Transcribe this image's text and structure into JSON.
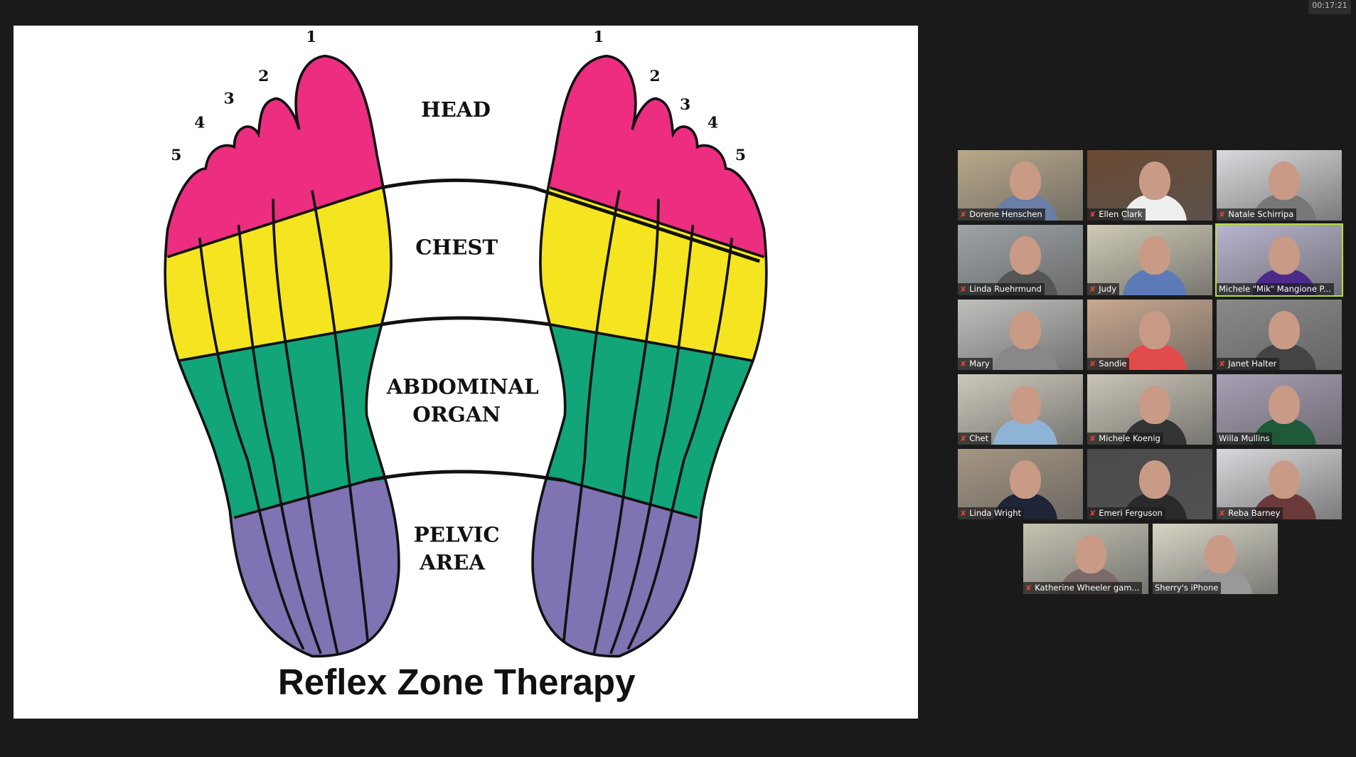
{
  "timer": "00:17:21",
  "slide": {
    "title": "Reflex Zone Therapy",
    "zones": {
      "head": "HEAD",
      "chest": "CHEST",
      "abdominal_1": "ABDOMINAL",
      "abdominal_2": "ORGAN",
      "pelvic_1": "PELVIC",
      "pelvic_2": "AREA"
    },
    "toe_numbers": [
      "1",
      "2",
      "3",
      "4",
      "5"
    ],
    "colors": {
      "head": "#ec2d80",
      "chest": "#f5e520",
      "abdomen": "#12a57a",
      "pelvic": "#7f73b3"
    }
  },
  "participants": [
    {
      "name": "Dorene Henschen",
      "muted": true,
      "bg": "#b9a98a",
      "shirt": "#6a7ea8"
    },
    {
      "name": "Ellen Clark",
      "muted": true,
      "bg": "#6b4a33",
      "shirt": "#eeeeee"
    },
    {
      "name": "Natale Schirripa",
      "muted": true,
      "bg": "#d9dadd",
      "shirt": "#777777"
    },
    {
      "name": "Linda Ruehrmund",
      "muted": true,
      "bg": "#9ea3a6",
      "shirt": "#555555"
    },
    {
      "name": "Judy",
      "muted": true,
      "bg": "#cfcab5",
      "shirt": "#5c7ab8"
    },
    {
      "name": "Michele \"Mik\" Mangione P...",
      "muted": false,
      "active": true,
      "bg": "#b9b4cf",
      "shirt": "#4b2a8a"
    },
    {
      "name": "Mary",
      "muted": true,
      "bg": "#bfc0bc",
      "shirt": "#888888"
    },
    {
      "name": "Sandie",
      "muted": true,
      "bg": "#c9a88e",
      "shirt": "#e24b4b"
    },
    {
      "name": "Janet Halter",
      "muted": true,
      "bg": "#8a8a8a",
      "shirt": "#444444"
    },
    {
      "name": "Chet",
      "muted": true,
      "bg": "#cdc8bb",
      "shirt": "#8fb3d4"
    },
    {
      "name": "Michele Koenig",
      "muted": true,
      "bg": "#c9c4b5",
      "shirt": "#333333"
    },
    {
      "name": "Willa Mullins",
      "muted": false,
      "bg": "#a89fb5",
      "shirt": "#1e5a3a"
    },
    {
      "name": "Linda Wright",
      "muted": true,
      "bg": "#a59683",
      "shirt": "#1f2438"
    },
    {
      "name": "Emeri Ferguson",
      "muted": true,
      "bg": "#4a4a4a",
      "shirt": "#2a2a2a"
    },
    {
      "name": "Reba Barney",
      "muted": true,
      "bg": "#d8d8dc",
      "shirt": "#6a3a3a"
    },
    {
      "name": "Katherine Wheeler gam...",
      "muted": true,
      "bg": "#c5c3b2",
      "shirt": "#7a6a6a"
    },
    {
      "name": "Sherry's iPhone",
      "muted": false,
      "bg": "#d6d4c4",
      "shirt": "#999999"
    }
  ]
}
